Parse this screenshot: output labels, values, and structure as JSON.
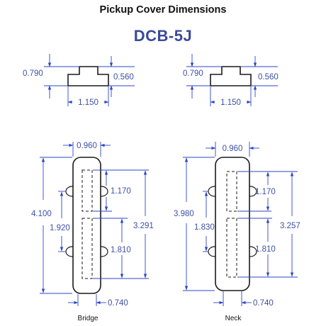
{
  "title": "Pickup Cover Dimensions",
  "model": "DCB-5J",
  "profiles": {
    "left": {
      "height": "0.790",
      "top_height": "0.560",
      "width": "1.150"
    },
    "right": {
      "height": "0.790",
      "top_height": "0.560",
      "width": "1.150"
    }
  },
  "bridge": {
    "caption": "Bridge",
    "overall_length": "4.100",
    "inner_span": "1.920",
    "top_width": "0.960",
    "upper_slot": "1.170",
    "lower_slot": "1.810",
    "slot_span": "3.291",
    "base_width": "0.740"
  },
  "neck": {
    "caption": "Neck",
    "overall_length": "3.980",
    "inner_span": "1.830",
    "top_width": "0.960",
    "upper_slot": "1.170",
    "lower_slot": "1.810",
    "slot_span": "3.257",
    "base_width": "0.740"
  }
}
